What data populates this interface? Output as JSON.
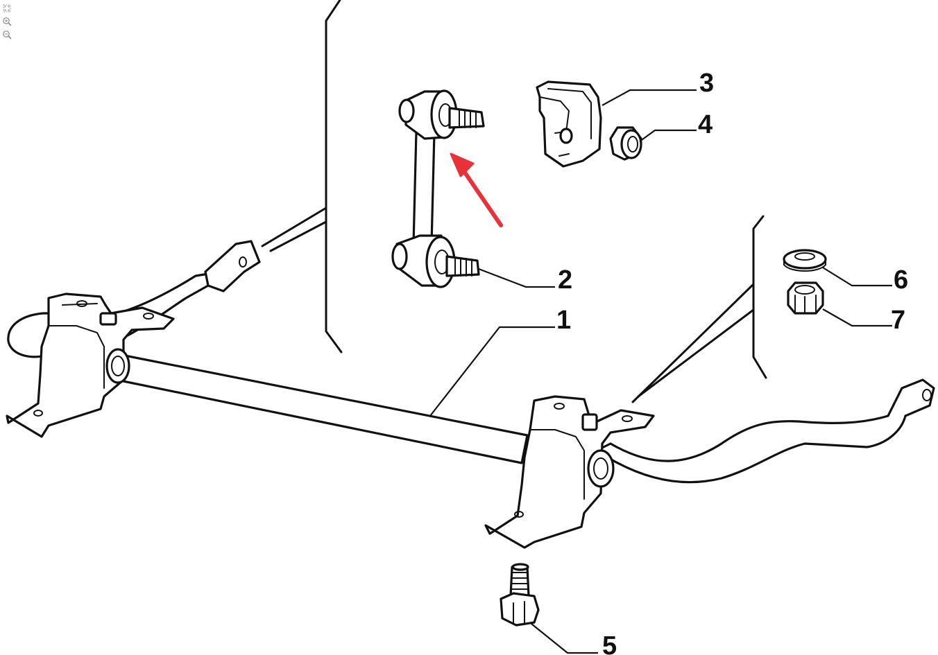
{
  "toolbar": {
    "fit_icon": "fit-to-window-icon",
    "zoom_in_icon": "zoom-in-icon",
    "zoom_out_icon": "zoom-out-icon"
  },
  "callouts": [
    {
      "id": "1",
      "label": "1"
    },
    {
      "id": "2",
      "label": "2"
    },
    {
      "id": "3",
      "label": "3"
    },
    {
      "id": "4",
      "label": "4"
    },
    {
      "id": "5",
      "label": "5"
    },
    {
      "id": "6",
      "label": "6"
    },
    {
      "id": "7",
      "label": "7"
    }
  ],
  "colors": {
    "line": "#111111",
    "background": "#ffffff",
    "highlight_arrow": "#e8323a"
  }
}
